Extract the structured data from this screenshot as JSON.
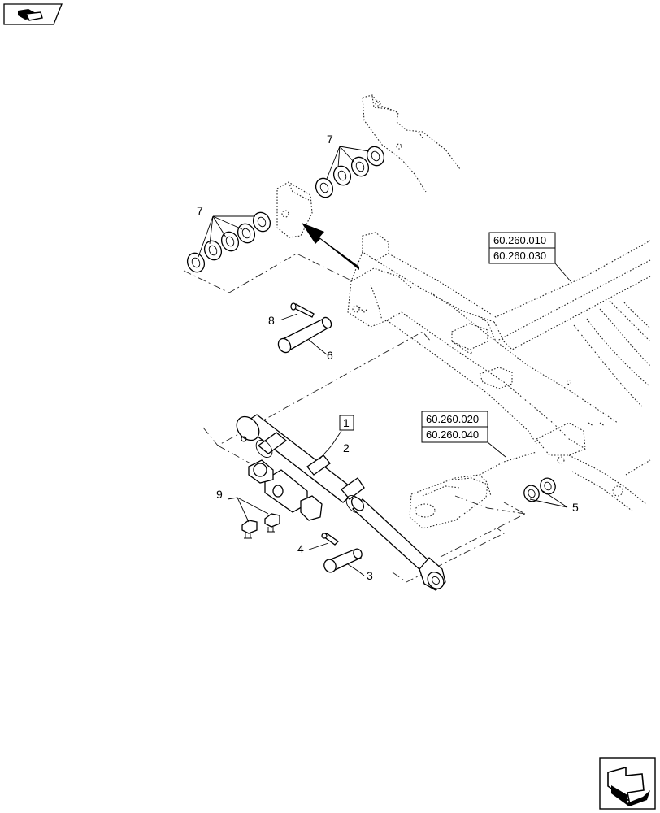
{
  "nav": {
    "top_icon": "book-page-icon",
    "bottom_icon": "next-page-arrow-icon"
  },
  "references": {
    "ref1": "60.260.010",
    "ref2": "60.260.030",
    "ref3": "60.260.020",
    "ref4": "60.260.040"
  },
  "callouts": {
    "c1": "1",
    "c2": "2",
    "c3": "3",
    "c4": "4",
    "c5": "5",
    "c6": "6",
    "c7a": "7",
    "c7b": "7",
    "c8": "8",
    "c9": "9"
  }
}
